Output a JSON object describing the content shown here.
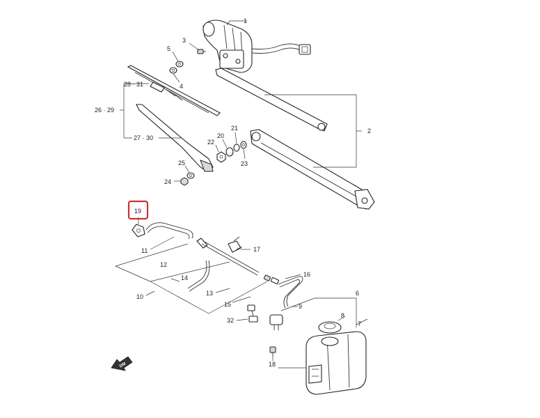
{
  "highlight_color": "#d32f2f",
  "labels": {
    "p1": "1",
    "p2": "2",
    "p3": "3",
    "p4": "4",
    "p5": "5",
    "p6": "6",
    "p7": "7",
    "p8": "8",
    "p9": "9",
    "p10": "10",
    "p11": "11",
    "p12": "12",
    "p13": "13",
    "p14": "14",
    "p15": "15",
    "p16": "16",
    "p17": "17",
    "p18": "18",
    "p19": "19",
    "p20": "20",
    "p21": "21",
    "p22": "22",
    "p23": "23",
    "p24": "24",
    "p25": "25",
    "p26_29": "26 · 29",
    "p27_30": "27 · 30",
    "p28_31": "28 · 31",
    "p32": "32"
  },
  "orientation_mark": "DM",
  "icons": [
    "front-arrow-icon"
  ]
}
